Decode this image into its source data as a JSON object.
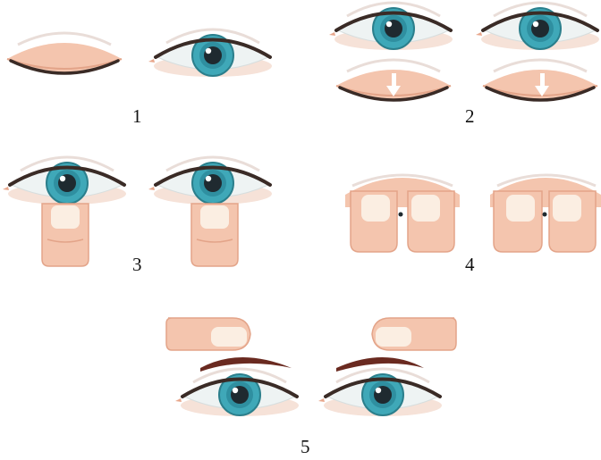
{
  "steps": [
    {
      "label": "1"
    },
    {
      "label": "2"
    },
    {
      "label": "3"
    },
    {
      "label": "4"
    },
    {
      "label": "5"
    }
  ],
  "colors": {
    "skin": "#f4c5ae",
    "skin_shadow": "#e8a78c",
    "sclera": "#eef3f3",
    "iris": "#3fa8b8",
    "iris_ring": "#2b7f8c",
    "pupil": "#1f2a30",
    "lash_line": "#3a2b26",
    "brow": "#6a2a20",
    "nail": "#fbeee2",
    "arrow": "#ffffff"
  }
}
